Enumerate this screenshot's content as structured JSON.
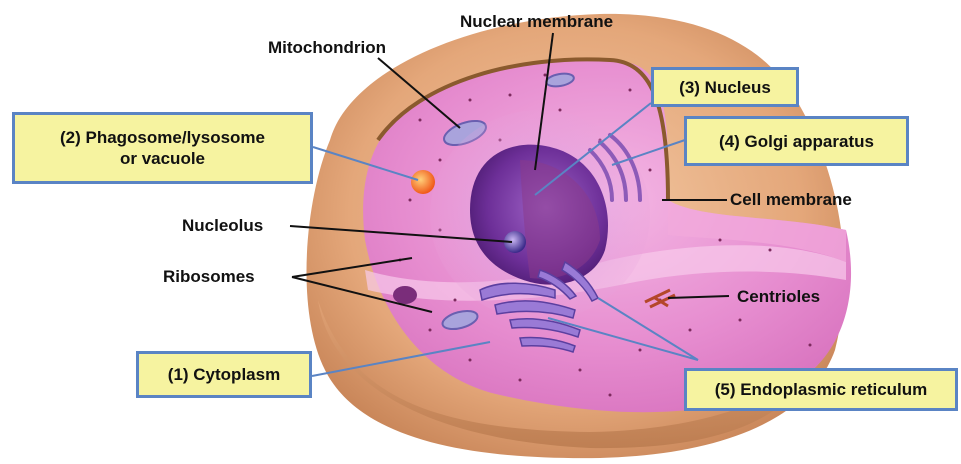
{
  "labels": {
    "nuclear_membrane": "Nuclear membrane",
    "mitochondrion": "Mitochondrion",
    "nucleolus": "Nucleolus",
    "ribosomes": "Ribosomes",
    "cell_membrane": "Cell membrane",
    "centrioles": "Centrioles"
  },
  "boxed_labels": {
    "phagosome": [
      "(2) Phagosome/lysosome",
      "or vacuole"
    ],
    "nucleus": "(3) Nucleus",
    "golgi": "(4) Golgi apparatus",
    "cytoplasm": "(1) Cytoplasm",
    "er": "(5) Endoplasmic reticulum"
  },
  "colors": {
    "box_fill": "#f6f3a0",
    "box_border": "#5a84c4",
    "cytoplasm": "#e98bd0",
    "membrane_outer": "#e8b48a",
    "nucleus": "#7a3fa5",
    "leader_line_blue": "#5a84c4",
    "leader_line_black": "#111111"
  }
}
